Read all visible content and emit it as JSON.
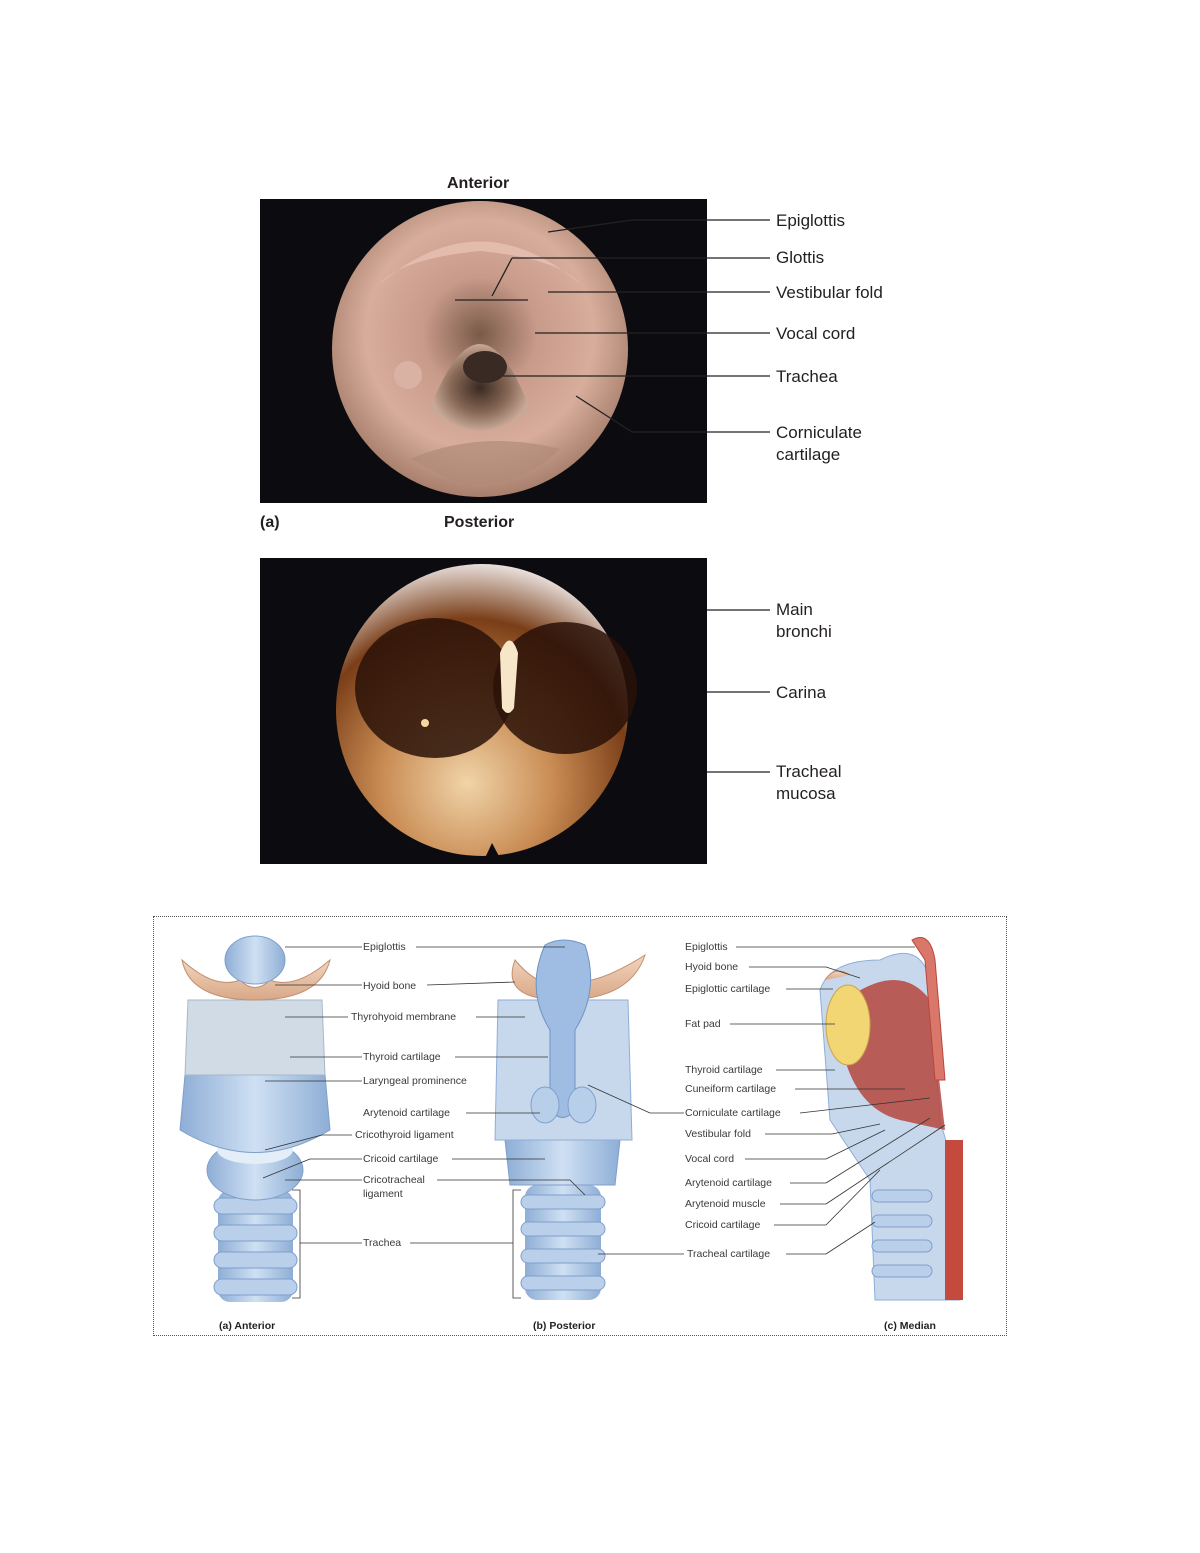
{
  "figure_top": {
    "orientation_top": "Anterior",
    "orientation_bottom": "Posterior",
    "panel_label": "(a)",
    "labels": [
      "Epiglottis",
      "Glottis",
      "Vestibular fold",
      "Vocal cord",
      "Trachea",
      "Corniculate",
      "cartilage"
    ]
  },
  "figure_middle": {
    "labels": [
      "Main",
      "bronchi",
      "Carina",
      "Tracheal",
      "mucosa"
    ]
  },
  "figure_bottom": {
    "anterior_labels": [
      "Epiglottis",
      "Hyoid bone",
      "Thyrohyoid membrane",
      "Thyroid cartilage",
      "Laryngeal prominence",
      "Arytenoid cartilage",
      "Cricothyroid ligament",
      "Cricoid cartilage",
      "Cricotracheal",
      "ligament",
      "Trachea"
    ],
    "median_labels": [
      "Epiglottis",
      "Hyoid bone",
      "Epiglottic cartilage",
      "Fat pad",
      "Thyroid cartilage",
      "Cuneiform cartilage",
      "Corniculate cartilage",
      "Vestibular fold",
      "Vocal cord",
      "Arytenoid cartilage",
      "Arytenoid muscle",
      "Cricoid cartilage",
      "Tracheal cartilage"
    ],
    "captions": [
      "(a) Anterior",
      "(b) Posterior",
      "(c) Median"
    ]
  }
}
